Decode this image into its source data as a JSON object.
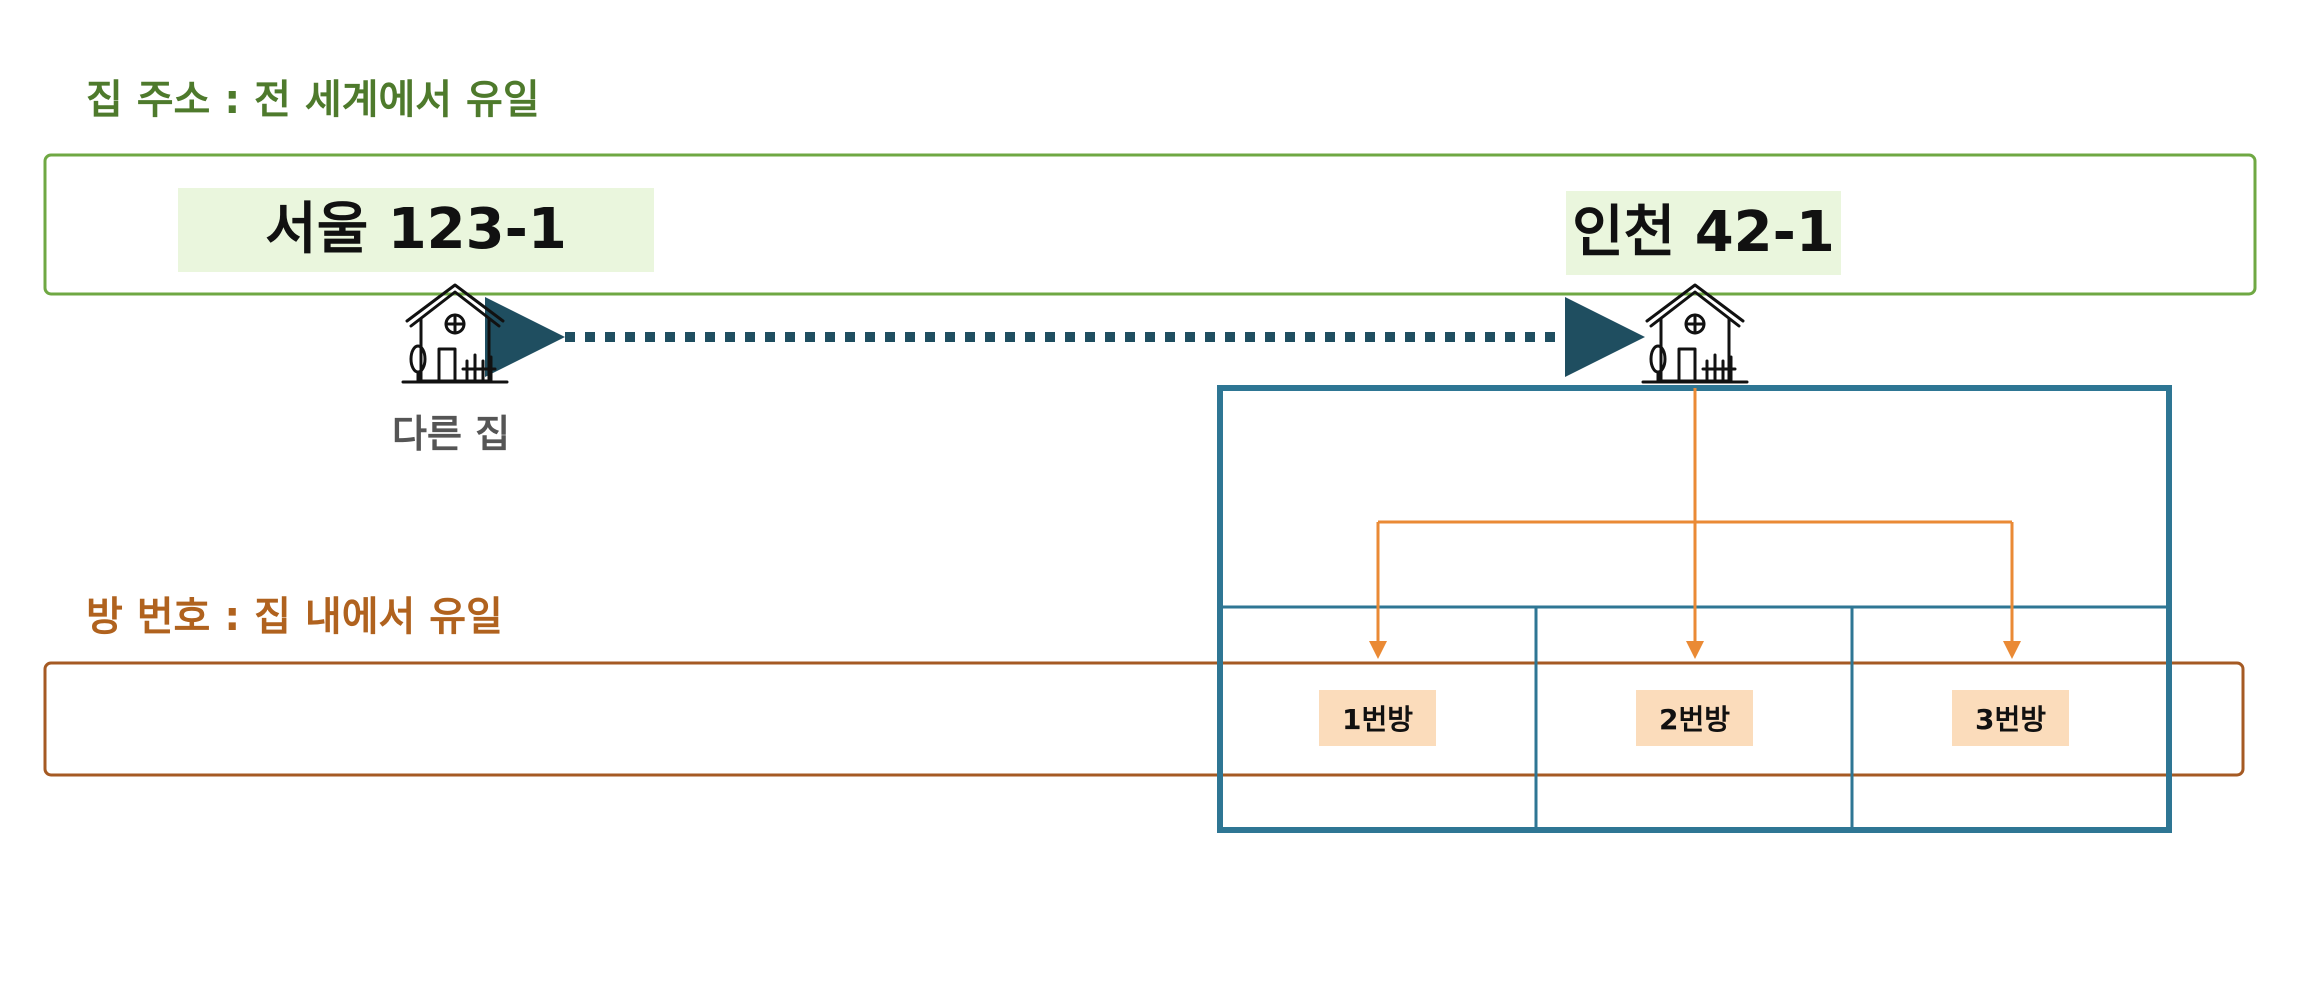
{
  "colors": {
    "house_accent": "#6fa843",
    "house_title": "#4e7a2c",
    "room_accent": "#a55a23",
    "room_title": "#b0621e",
    "house_label_bg": "#eaf6dd",
    "room_label_bg": "#fbdcbb",
    "grid": "#2e7694",
    "dotted_arrow": "#1f4e60",
    "branch_arrow": "#ea8a35"
  },
  "sections": {
    "house_address": "집 주소 : 전 세계에서 유일",
    "room_number": "방 번호 : 집 내에서 유일"
  },
  "houses": [
    {
      "address": "서울 123-1",
      "icon": "house-icon"
    },
    {
      "address": "인천 42-1",
      "icon": "house-icon",
      "caption_note": ""
    }
  ],
  "relation_caption": "다른 집",
  "rooms": [
    "1번방",
    "2번방",
    "3번방"
  ]
}
